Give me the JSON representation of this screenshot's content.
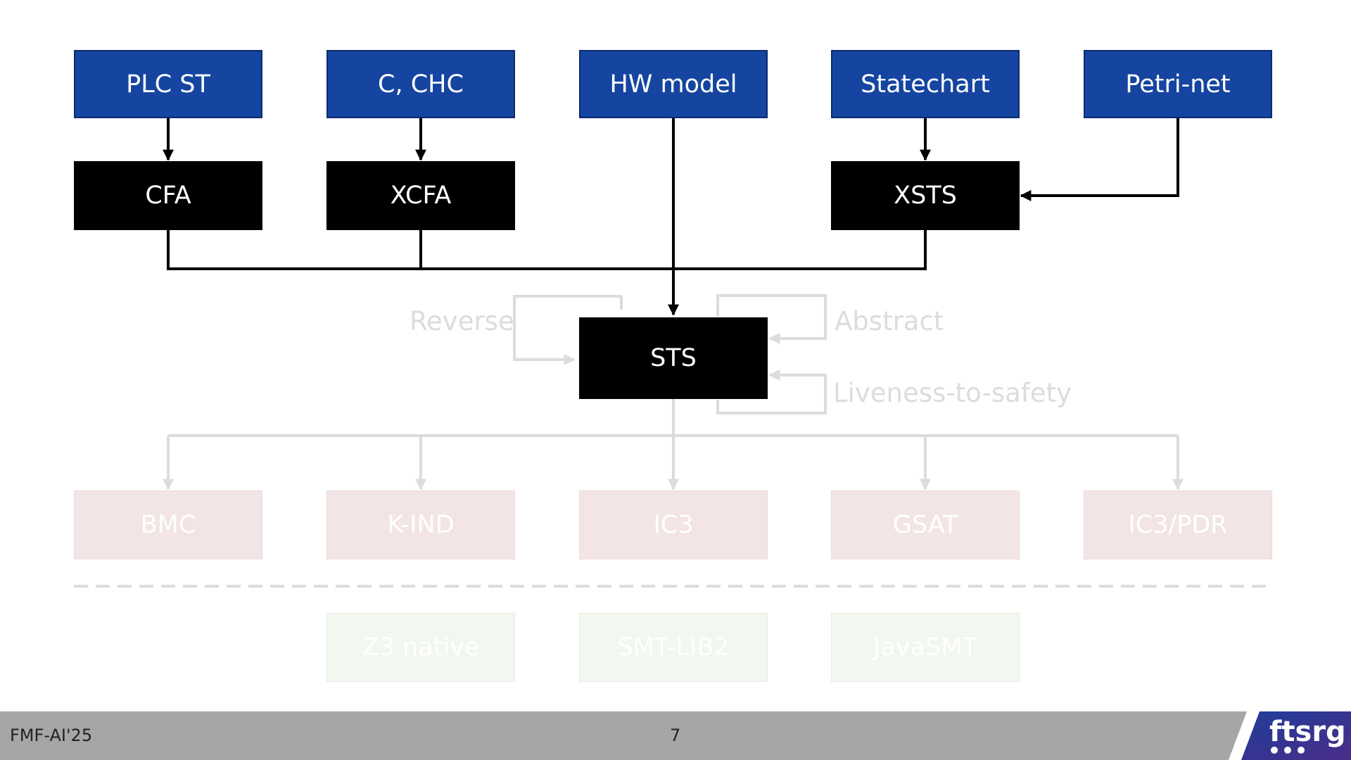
{
  "sources": [
    "PLC ST",
    "C, CHC",
    "HW model",
    "Statechart",
    "Petri-net"
  ],
  "intermediates": [
    "CFA",
    "XCFA",
    "XSTS"
  ],
  "core": "STS",
  "transforms": {
    "reverse": "Reverse",
    "abstract": "Abstract",
    "liveness": "Liveness-to-safety"
  },
  "algorithms": [
    "BMC",
    "K-IND",
    "IC3",
    "GSAT",
    "IC3/PDR"
  ],
  "solvers": [
    "Z3 native",
    "SMT-LIB2",
    "JavaSMT"
  ],
  "footer": {
    "conference": "FMF-AI'25",
    "page": "7"
  },
  "logo": {
    "text": "ftsrg"
  },
  "colors": {
    "source_fill": "#1545a0",
    "intermediate_fill": "#000000",
    "algorithm_fill": "#f3e5e5",
    "solver_fill": "#f2f7ef",
    "footer_bar": "#a6a6a6",
    "logo_gradient": [
      "#1f3d9a",
      "#4a2d88"
    ]
  }
}
